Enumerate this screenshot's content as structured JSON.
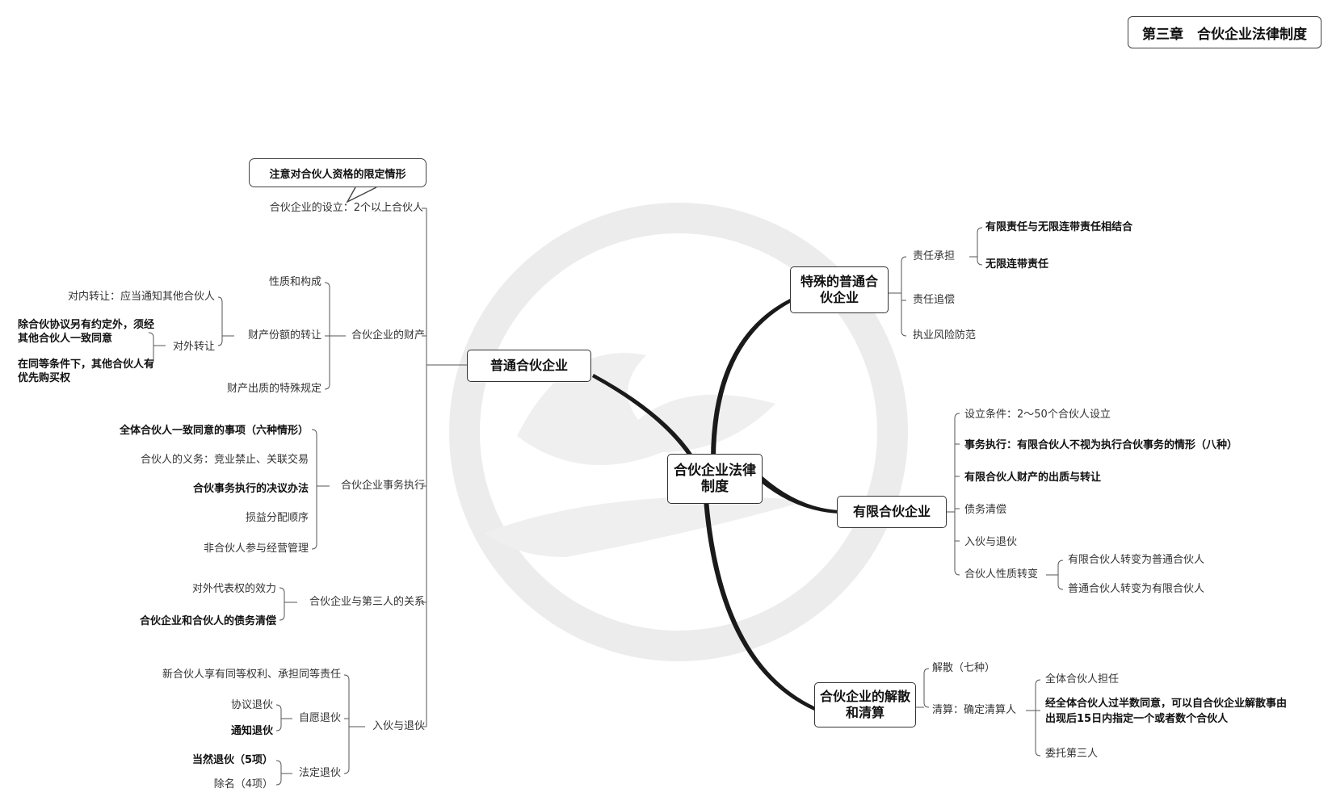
{
  "chapter_title": "第三章　合伙企业法律制度",
  "center": "合伙企业法律制度",
  "callout": "注意对合伙人资格的限定情形",
  "general": {
    "label": "普通合伙企业",
    "establish": "合伙企业的设立：2个以上合伙人",
    "property": {
      "label": "合伙企业的财产",
      "nature": "性质和构成",
      "share_transfer": "财产份额的转让",
      "internal": "对内转让：应当通知其他合伙人",
      "external": "对外转让",
      "external_a": "除合伙协议另有约定外，须经其他合伙人一致同意",
      "external_b": "在同等条件下，其他合伙人有优先购买权",
      "special": "财产出质的特殊规定"
    },
    "affairs": {
      "label": "合伙企业事务执行",
      "i1": "全体合伙人一致同意的事项（六种情形）",
      "i2": "合伙人的义务：竞业禁止、关联交易",
      "i3": "合伙事务执行的决议办法",
      "i4": "损益分配顺序",
      "i5": "非合伙人参与经营管理"
    },
    "third": {
      "label": "合伙企业与第三人的关系",
      "i1": "对外代表权的效力",
      "i2": "合伙企业和合伙人的债务清偿"
    },
    "entry": {
      "label": "入伙与退伙",
      "new": "新合伙人享有同等权利、承担同等责任",
      "voluntary": "自愿退伙",
      "v1": "协议退伙",
      "v2": "通知退伙",
      "legal": "法定退伙",
      "l1": "当然退伙（5项）",
      "l2": "除名（4项）"
    }
  },
  "special": {
    "label": "特殊的普通合伙企业",
    "liability": "责任承担",
    "la": "有限责任与无限连带责任相结合",
    "lb": "无限连带责任",
    "recourse": "责任追偿",
    "risk": "执业风险防范"
  },
  "limited": {
    "label": "有限合伙企业",
    "i1": "设立条件：2～50个合伙人设立",
    "i2": "事务执行：有限合伙人不视为执行合伙事务的情形（八种）",
    "i3": "有限合伙人财产的出质与转让",
    "i4": "债务清偿",
    "i5": "入伙与退伙",
    "i6": "合伙人性质转变",
    "i6a": "有限合伙人转变为普通合伙人",
    "i6b": "普通合伙人转变为有限合伙人"
  },
  "dissolution": {
    "label": "合伙企业的解散和清算",
    "d1": "解散（七种）",
    "d2": "清算：确定清算人",
    "c1": "全体合伙人担任",
    "c2": "经全体合伙人过半数同意，可以自合伙企业解散事由出现后15日内指定一个或者数个合伙人",
    "c3": "委托第三人"
  },
  "colors": {
    "line": "#555555",
    "branch": "#1a1a1a",
    "watermark": "#e6e6e6"
  },
  "icons": {
    "watermark": "watermark-logo-icon"
  }
}
